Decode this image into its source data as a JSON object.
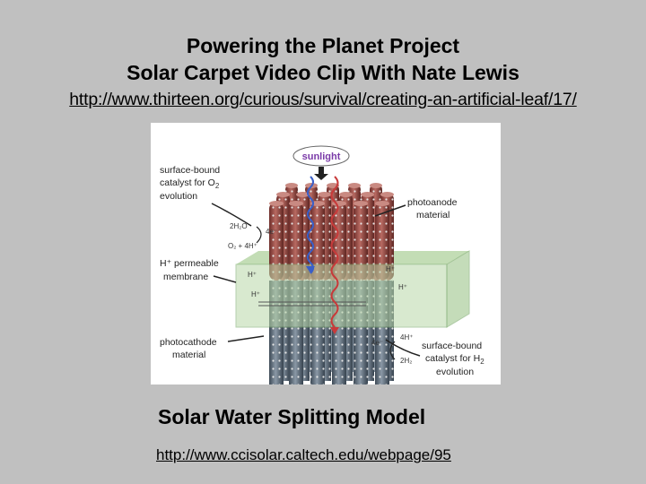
{
  "slide": {
    "title_line1": "Powering the Planet Project",
    "title_line2": "Solar Carpet Video Clip With Nate Lewis",
    "link1": "http://www.thirteen.org/curious/survival/creating-an-artificial-leaf/17/",
    "caption": "Solar Water Splitting Model",
    "link2": "http://www.ccisolar.caltech.edu/webpage/95"
  },
  "figure": {
    "sunlight": "sunlight",
    "labels": {
      "o2_catalyst_1": "surface-bound",
      "o2_catalyst_2": "catalyst for O",
      "o2_catalyst_3": "evolution",
      "photoanode_1": "photoanode",
      "photoanode_2": "material",
      "membrane_1": "H⁺ permeable",
      "membrane_2": "membrane",
      "photocathode_1": "photocathode",
      "photocathode_2": "material",
      "h2_catalyst_1": "surface-bound",
      "h2_catalyst_2": "catalyst for H",
      "h2_catalyst_3": "evolution",
      "water": "2H₂O",
      "oxygen": "O₂ + 4H⁺",
      "electrons_top": "4e⁻",
      "electrons_bottom": "4e⁻",
      "protons": "4H⁺",
      "hydrogen": "2H₂",
      "hplus": "H⁺"
    },
    "colors": {
      "anode": "#9a4a44",
      "cathode": "#6c7a86",
      "membrane": "#b9d8a8",
      "wave_blue": "#3a5fc8",
      "wave_red": "#c83a3a"
    }
  }
}
